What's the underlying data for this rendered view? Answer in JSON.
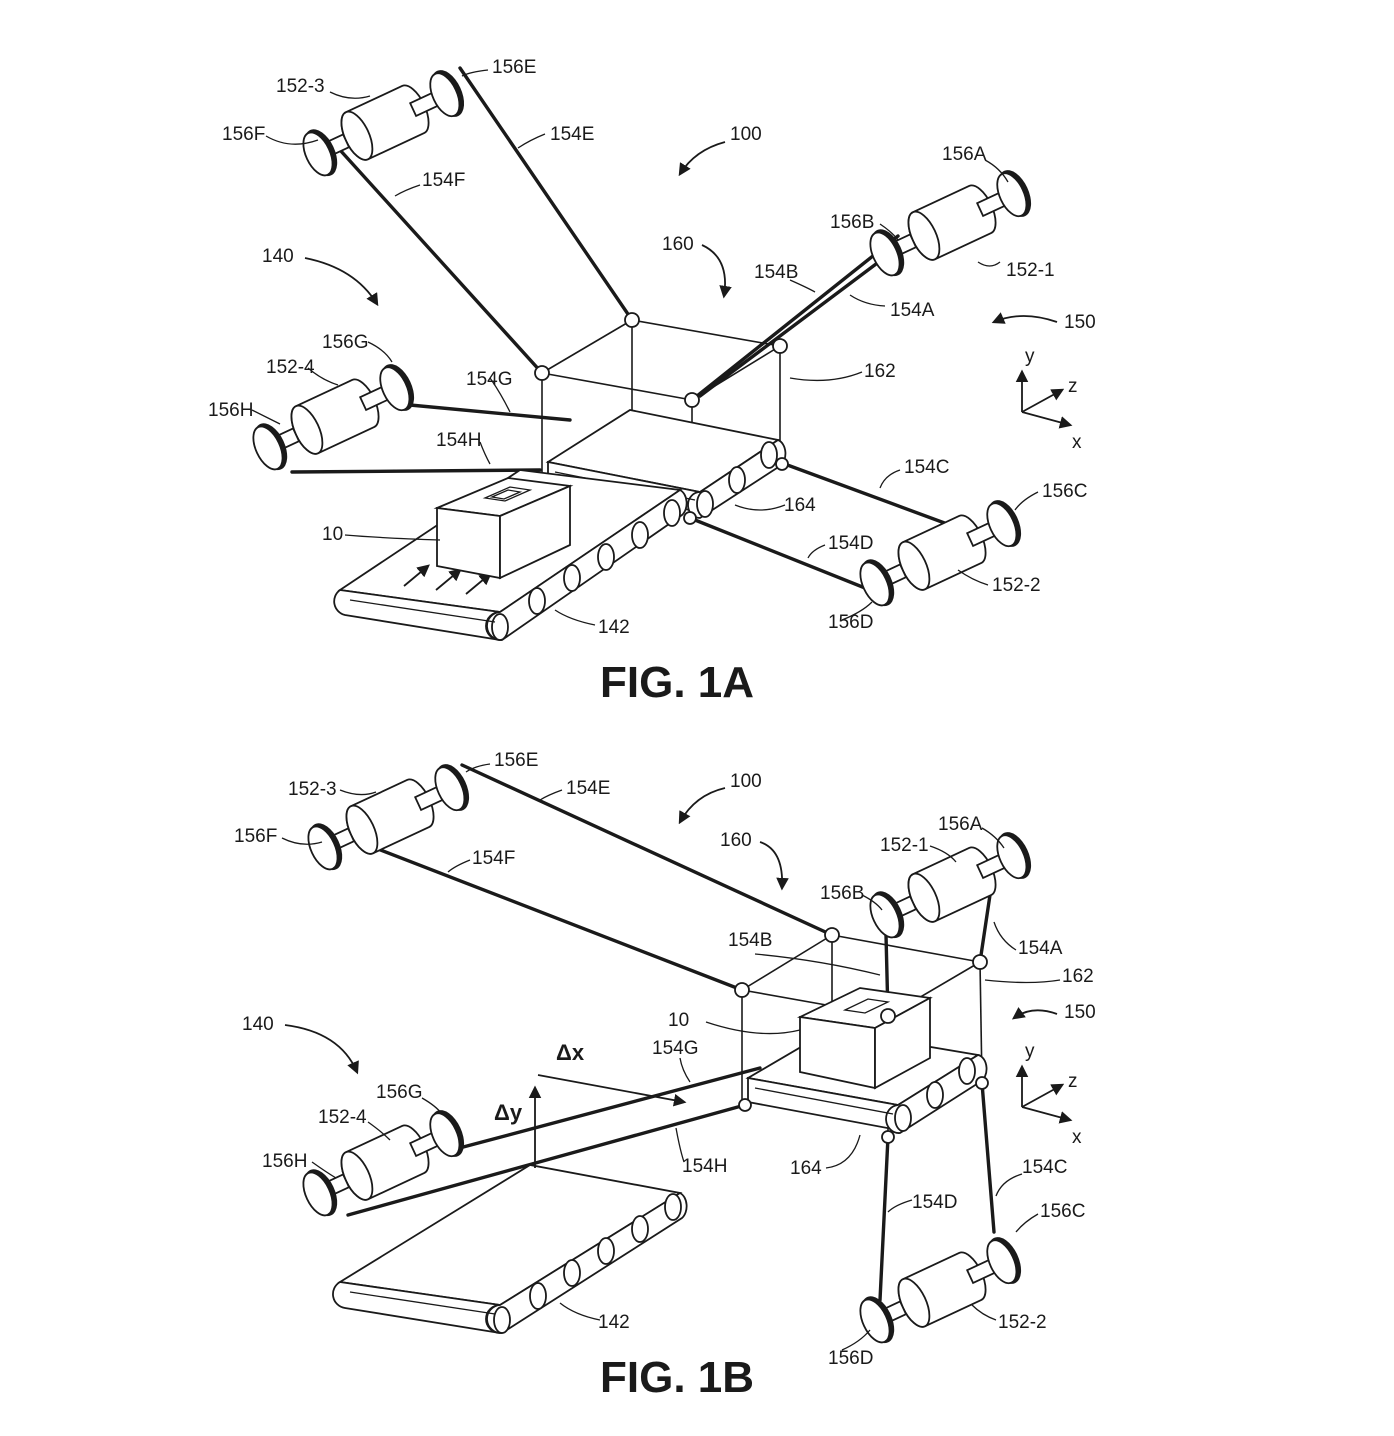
{
  "figures": [
    {
      "caption": "FIG. 1A",
      "labels": {
        "l_152_3": "152-3",
        "l_156E": "156E",
        "l_156F": "156F",
        "l_154E": "154E",
        "l_154F": "154F",
        "l_100": "100",
        "l_156A": "156A",
        "l_156B": "156B",
        "l_152_1": "152-1",
        "l_160": "160",
        "l_154B": "154B",
        "l_154A": "154A",
        "l_150": "150",
        "l_140": "140",
        "l_156G": "156G",
        "l_152_4": "152-4",
        "l_154G": "154G",
        "l_156H": "156H",
        "l_154H": "154H",
        "l_162": "162",
        "l_154C": "154C",
        "l_156C": "156C",
        "l_164": "164",
        "l_10": "10",
        "l_154D": "154D",
        "l_152_2": "152-2",
        "l_156D": "156D",
        "l_142": "142"
      },
      "axes": {
        "y": "y",
        "z": "z",
        "x": "x"
      }
    },
    {
      "caption": "FIG. 1B",
      "labels": {
        "l_156E": "156E",
        "l_152_3": "152-3",
        "l_154E": "154E",
        "l_100": "100",
        "l_156F": "156F",
        "l_154F": "154F",
        "l_156A": "156A",
        "l_152_1": "152-1",
        "l_160": "160",
        "l_156B": "156B",
        "l_154B": "154B",
        "l_154A": "154A",
        "l_162": "162",
        "l_10": "10",
        "l_150": "150",
        "l_140": "140",
        "l_dx": "Δx",
        "l_154G": "154G",
        "l_156G": "156G",
        "l_dy": "Δy",
        "l_152_4": "152-4",
        "l_156H": "156H",
        "l_154H": "154H",
        "l_164": "164",
        "l_154C": "154C",
        "l_154D": "154D",
        "l_156C": "156C",
        "l_142": "142",
        "l_152_2": "152-2",
        "l_156D": "156D"
      },
      "axes": {
        "y": "y",
        "z": "z",
        "x": "x"
      }
    }
  ]
}
